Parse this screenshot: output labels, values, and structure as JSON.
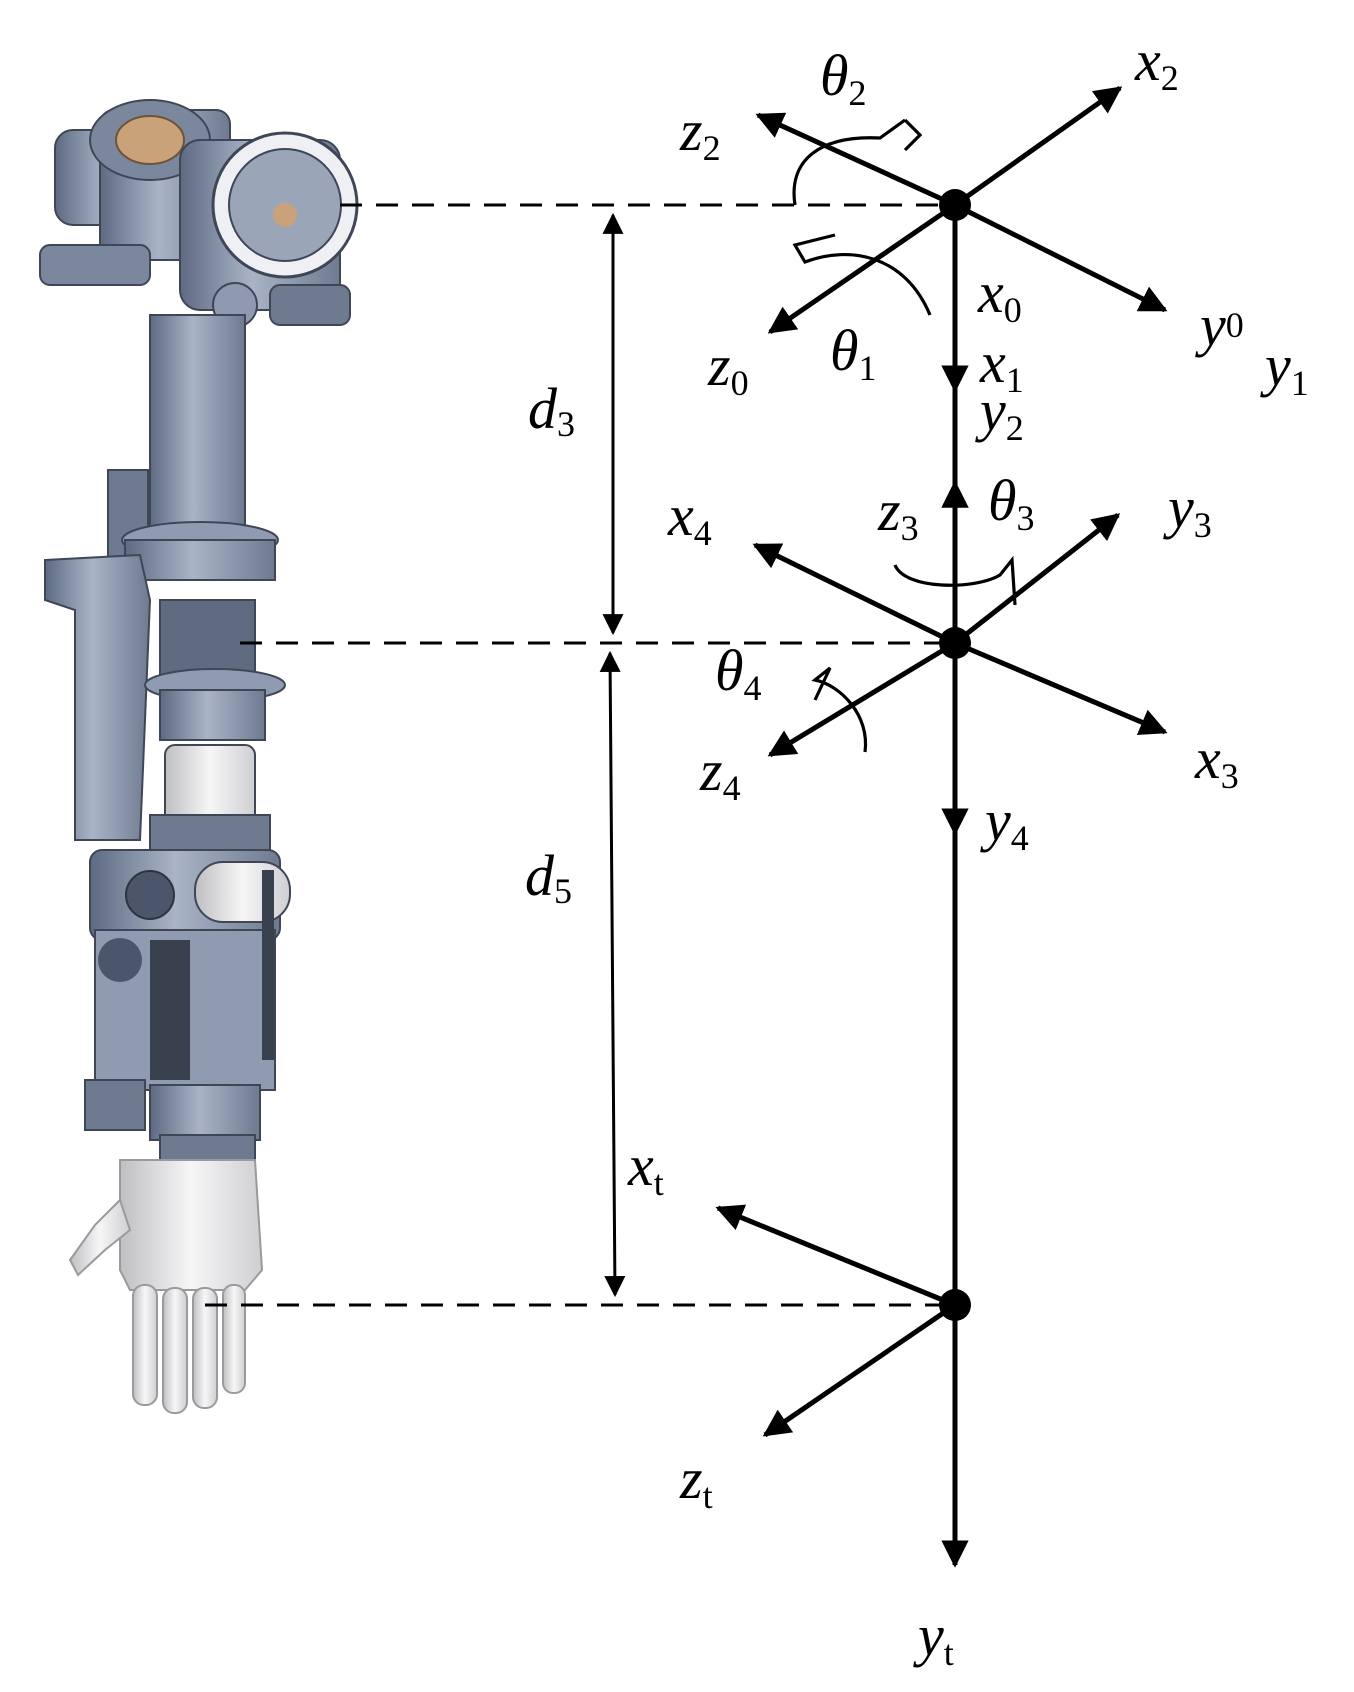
{
  "frames": {
    "base": {
      "x": "x",
      "x_sub": "0",
      "y": "y",
      "y_sub": "0",
      "z": "z",
      "z_sub": "0"
    },
    "f1": {
      "x": "x",
      "x_sub": "1",
      "y": "y",
      "y_sub": "1"
    },
    "f2": {
      "x": "x",
      "x_sub": "2",
      "y": "y",
      "y_sub": "2",
      "z": "z",
      "z_sub": "2"
    },
    "f3": {
      "x": "x",
      "x_sub": "3",
      "y": "y",
      "y_sub": "3",
      "z": "z",
      "z_sub": "3"
    },
    "f4": {
      "x": "x",
      "x_sub": "4",
      "y": "y",
      "y_sub": "4",
      "z": "z",
      "z_sub": "4"
    },
    "tool": {
      "x": "x",
      "x_sub": "t",
      "y": "y",
      "y_sub": "t",
      "z": "z",
      "z_sub": "t"
    }
  },
  "angles": {
    "theta1": {
      "sym": "θ",
      "sub": "1"
    },
    "theta2": {
      "sym": "θ",
      "sub": "2"
    },
    "theta3": {
      "sym": "θ",
      "sub": "3"
    },
    "theta4": {
      "sym": "θ",
      "sub": "4"
    }
  },
  "dimensions": {
    "d3": {
      "sym": "d",
      "sub": "3"
    },
    "d5": {
      "sym": "d",
      "sub": "5"
    }
  },
  "colors": {
    "arm_metal": "#8e9bb1",
    "arm_dark": "#4c566a",
    "hand_white": "#e9e9ea",
    "ink": "#000000"
  }
}
